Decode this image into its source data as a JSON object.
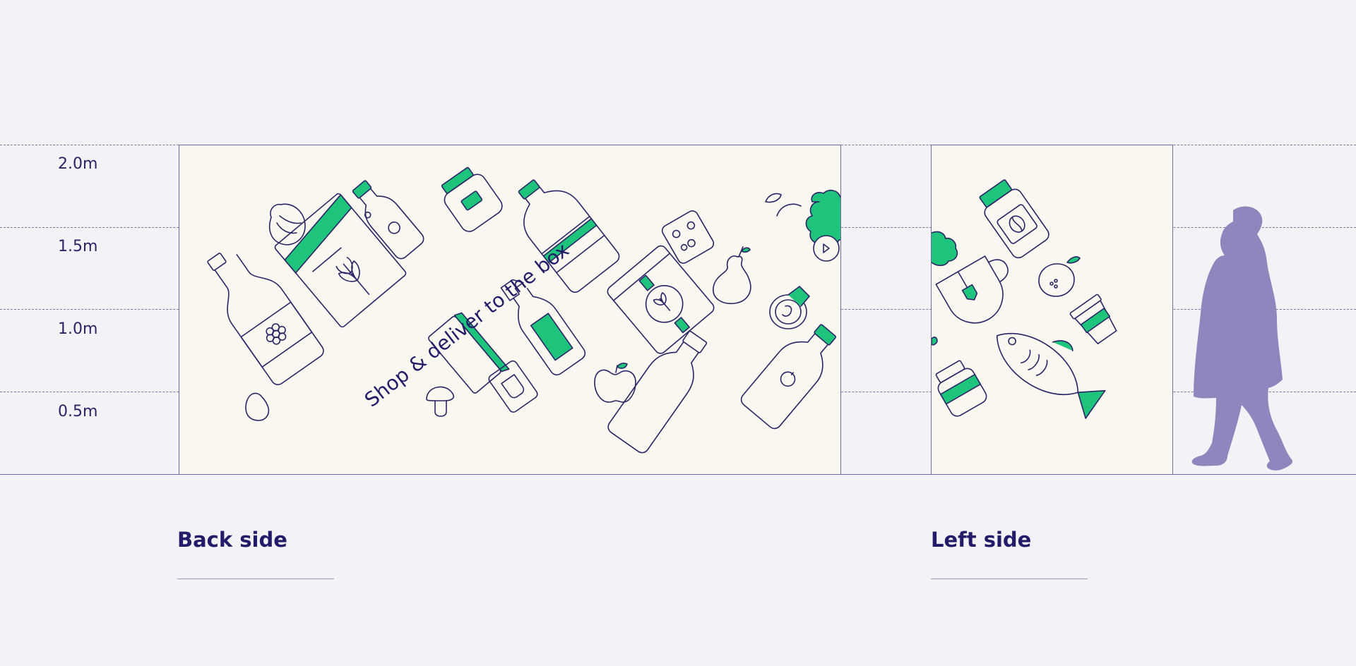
{
  "height_labels": [
    "2.0m",
    "1.5m",
    "1.0m",
    "0.5m"
  ],
  "back_side": {
    "label": "Back side",
    "slogan": "Shop & deliver to the box"
  },
  "left_side": {
    "label": "Left side"
  },
  "colors": {
    "background": "#f3f2f7",
    "panel": "#f9f7ef",
    "outline": "#2a2566",
    "accent_green": "#1fc47c",
    "person": "#8d87bd",
    "label_text": "#221c69"
  }
}
